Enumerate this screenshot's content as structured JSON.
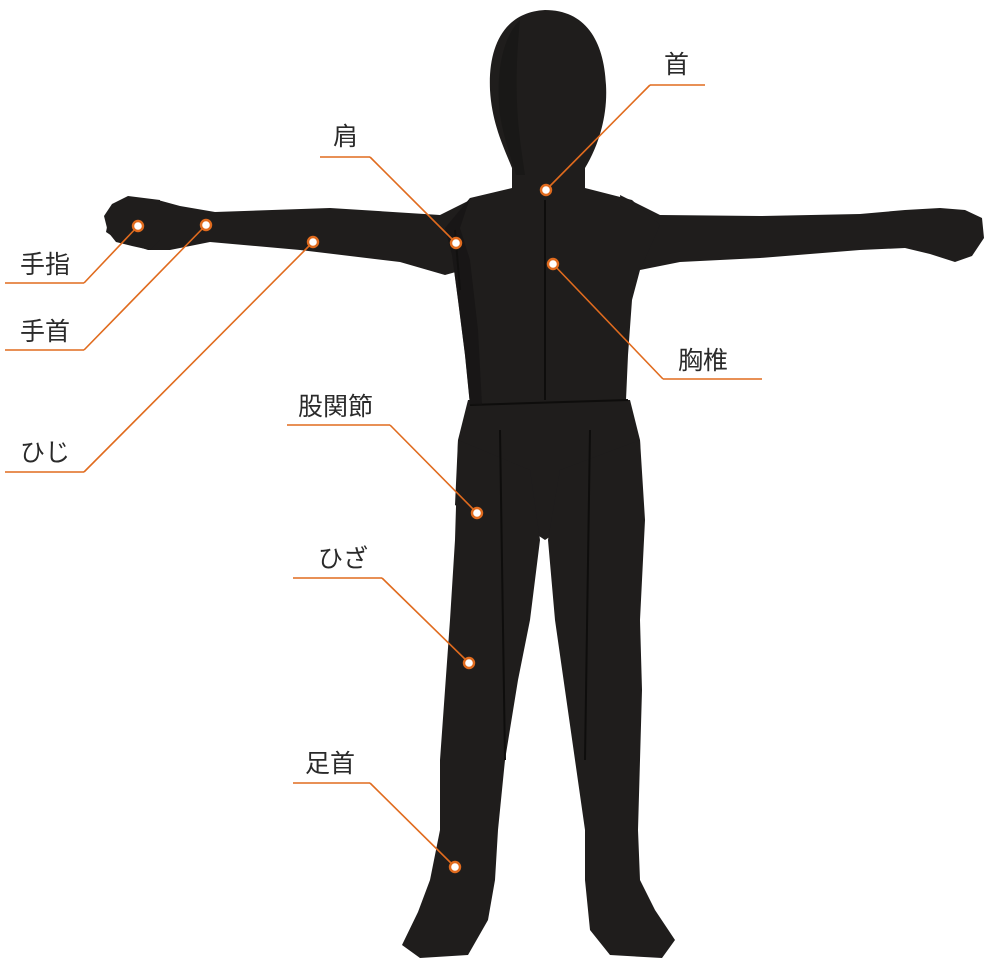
{
  "joints": [
    {
      "id": "neck",
      "label": "首"
    },
    {
      "id": "shoulder",
      "label": "肩"
    },
    {
      "id": "finger",
      "label": "手指"
    },
    {
      "id": "wrist",
      "label": "手首"
    },
    {
      "id": "elbow",
      "label": "ひじ"
    },
    {
      "id": "thoracic",
      "label": "胸椎"
    },
    {
      "id": "hip",
      "label": "股関節"
    },
    {
      "id": "knee",
      "label": "ひざ"
    },
    {
      "id": "ankle",
      "label": "足首"
    }
  ],
  "colors": {
    "suit": "#1f1d1c",
    "suit_shadow": "#141312",
    "seam": "#0e0d0c",
    "accent": "#e06b1e",
    "text": "#2a2a2a"
  }
}
